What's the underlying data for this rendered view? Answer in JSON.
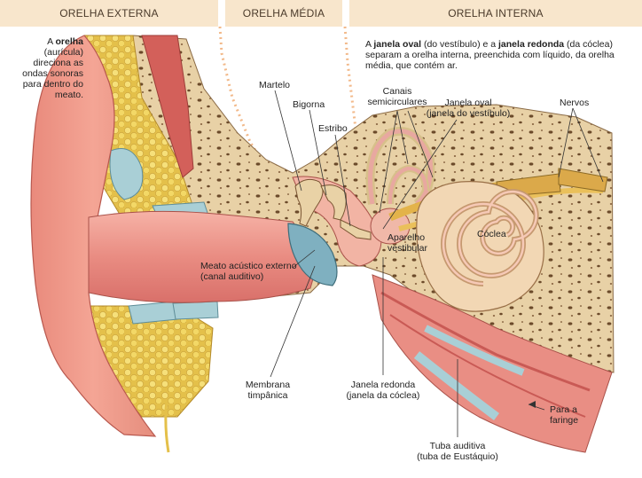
{
  "headers": {
    "outer": "ORELHA EXTERNA",
    "middle": "ORELHA MÉDIA",
    "inner": "ORELHA INTERNA"
  },
  "notes": {
    "outer_a": "A ",
    "outer_b": "orelha",
    "outer_c": " (aurícula) direciona as ondas sonoras para dentro do meato.",
    "inner_a": "A ",
    "inner_b": "janela oval",
    "inner_c": " (do vestíbulo) e a ",
    "inner_d": "janela redonda",
    "inner_e": " (da cóclea) separam a orelha interna, preenchida com líquido, da orelha média, que contém ar."
  },
  "labels": {
    "martelo": "Martelo",
    "bigorna": "Bigorna",
    "estribo": "Estribo",
    "canais_1": "Canais",
    "canais_2": "semicirculares",
    "janela_oval_1": "Janela oval",
    "janela_oval_2": "(janela do vestíbulo)",
    "nervos": "Nervos",
    "aparelho_1": "Aparelho",
    "aparelho_2": "vestibular",
    "coclea": "Cóclea",
    "meato_1": "Meato acústico externo",
    "meato_2": "(canal auditivo)",
    "membrana_1": "Membrana",
    "membrana_2": "timpânica",
    "janela_redonda_1": "Janela redonda",
    "janela_redonda_2": "(janela da cóclea)",
    "faringe_1": "Para a",
    "faringe_2": "faringe",
    "tuba_1": "Tuba auditiva",
    "tuba_2": "(tuba de Eustáquio)"
  }
}
